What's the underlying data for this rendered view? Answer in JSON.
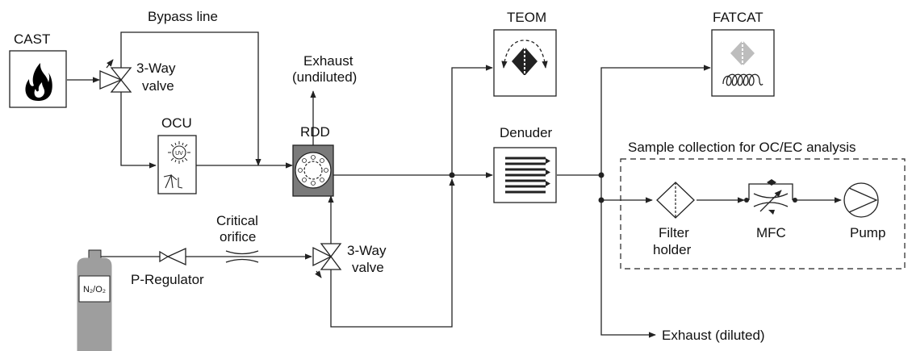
{
  "labels": {
    "cast": "CAST",
    "bypass": "Bypass line",
    "valve_top": [
      "3-Way",
      "valve"
    ],
    "ocu": "OCU",
    "uv": "UV",
    "exhaust_undiluted": [
      "Exhaust",
      "(undiluted)"
    ],
    "rdd": "RDD",
    "critical_orifice": [
      "Critical",
      "orifice"
    ],
    "p_regulator": "P-Regulator",
    "valve_bottom": [
      "3-Way",
      "valve"
    ],
    "cylinder": "N₂/O₂",
    "teom": "TEOM",
    "denuder": "Denuder",
    "fatcat": "FATCAT",
    "sample_collection": "Sample collection for OC/EC analysis",
    "filter_holder": [
      "Filter",
      "holder"
    ],
    "mfc": "MFC",
    "pump": "Pump",
    "exhaust_diluted": "Exhaust (diluted)"
  },
  "colors": {
    "line": "#222222",
    "rdd_fill": "#7a7a7a",
    "cylinder_fill": "#9e9e9e",
    "icon_fill": "#bdbdbd",
    "flame": "#000000"
  }
}
